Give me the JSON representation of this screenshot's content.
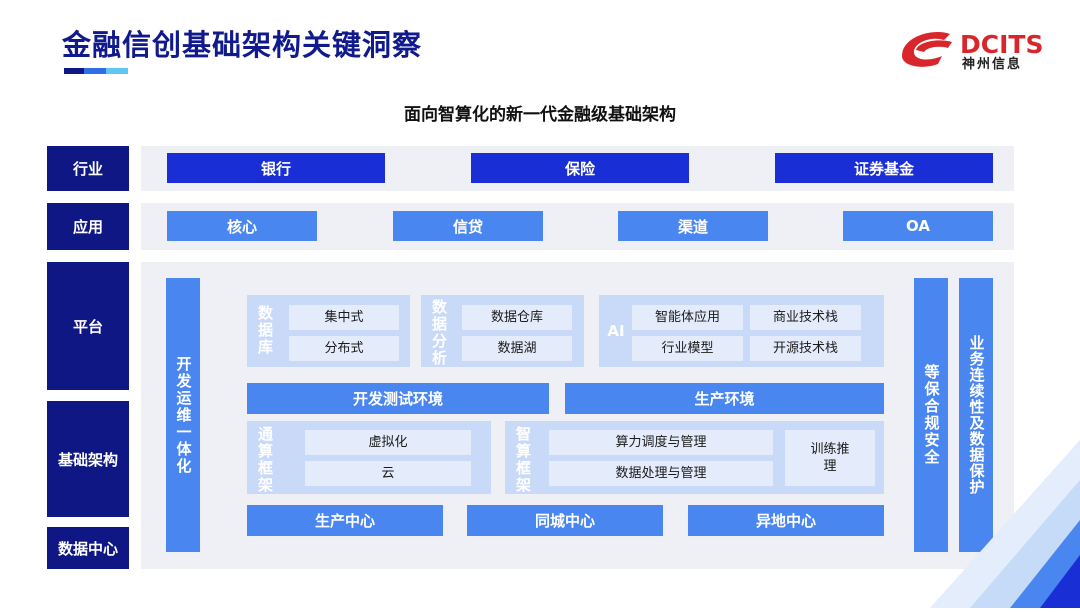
{
  "header": {
    "title": "金融信创基础架构关键洞察",
    "logo_text": "DCITS",
    "logo_sub": "神州信息"
  },
  "diagram": {
    "subtitle": "面向智算化的新一代金融级基础架构",
    "rows": {
      "industry": "行业",
      "application": "应用",
      "platform": "平台",
      "infrastructure": "基础架构",
      "datacenter": "数据中心"
    },
    "industry_items": [
      "银行",
      "保险",
      "证券基金"
    ],
    "app_items": [
      "核心",
      "信贷",
      "渠道",
      "OA"
    ],
    "devops": "开发运维一体化",
    "database": {
      "label": "数据库",
      "items": [
        "集中式",
        "分布式"
      ]
    },
    "analytics": {
      "label": "数据分析",
      "items": [
        "数据仓库",
        "数据湖"
      ]
    },
    "ai": {
      "label": "AI",
      "items": [
        "智能体应用",
        "商业技术栈",
        "行业模型",
        "开源技术栈"
      ]
    },
    "dev_env": "开发测试环境",
    "prod_env": "生产环境",
    "general_compute": {
      "label": "通算框架",
      "items": [
        "虚拟化",
        "云"
      ]
    },
    "smart_compute": {
      "label": "智算框架",
      "items": [
        "算力调度与管理",
        "数据处理与管理",
        "训练推理"
      ]
    },
    "datacenters": [
      "生产中心",
      "同城中心",
      "异地中心"
    ],
    "security": "等保合规安全",
    "continuity": "业务连续性及数据保护"
  },
  "colors": {
    "navy": "#0f1785",
    "dark_blue": "#1a2ed6",
    "medium_blue": "#4a86f0",
    "pale_blue": "#c9daf8",
    "logo_red": "#d9262d"
  }
}
